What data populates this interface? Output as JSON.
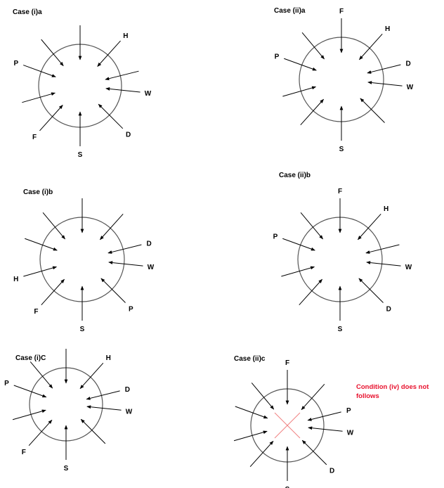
{
  "cases": [
    {
      "title": "Case (i)a",
      "labels": {
        "ne": "H",
        "left_upper": "P",
        "right_lower": "W",
        "se": "D",
        "bottom": "S",
        "sw": "F"
      }
    },
    {
      "title": "Case (ii)a",
      "labels": {
        "top": "F",
        "ne": "H",
        "right_upper": "D",
        "right_lower": "W",
        "bottom": "S",
        "left_upper": "P"
      }
    },
    {
      "title": "Case (i)b",
      "labels": {
        "right_upper": "D",
        "right_lower": "W",
        "se": "P",
        "bottom": "S",
        "sw": "F",
        "left_lower": "H"
      }
    },
    {
      "title": "Case (ii)b",
      "labels": {
        "top": "F",
        "ne": "H",
        "left_upper": "P",
        "right_lower": "W",
        "se": "D",
        "bottom": "S"
      }
    },
    {
      "title": "Case (i)C",
      "labels": {
        "ne": "H",
        "right_upper": "D",
        "right_lower": "W",
        "bottom": "S",
        "sw": "F",
        "left_upper": "P"
      }
    },
    {
      "title": "Case (ii)c",
      "labels": {
        "top": "F",
        "right_upper": "P",
        "right_lower": "W",
        "se": "D",
        "bottom": "S"
      },
      "crossed": true
    }
  ],
  "note": "Condition (iv) does not follows",
  "colors": {
    "line": "#000000",
    "circle": "#555555",
    "cross": "#f08080",
    "note": "#e8112d"
  }
}
